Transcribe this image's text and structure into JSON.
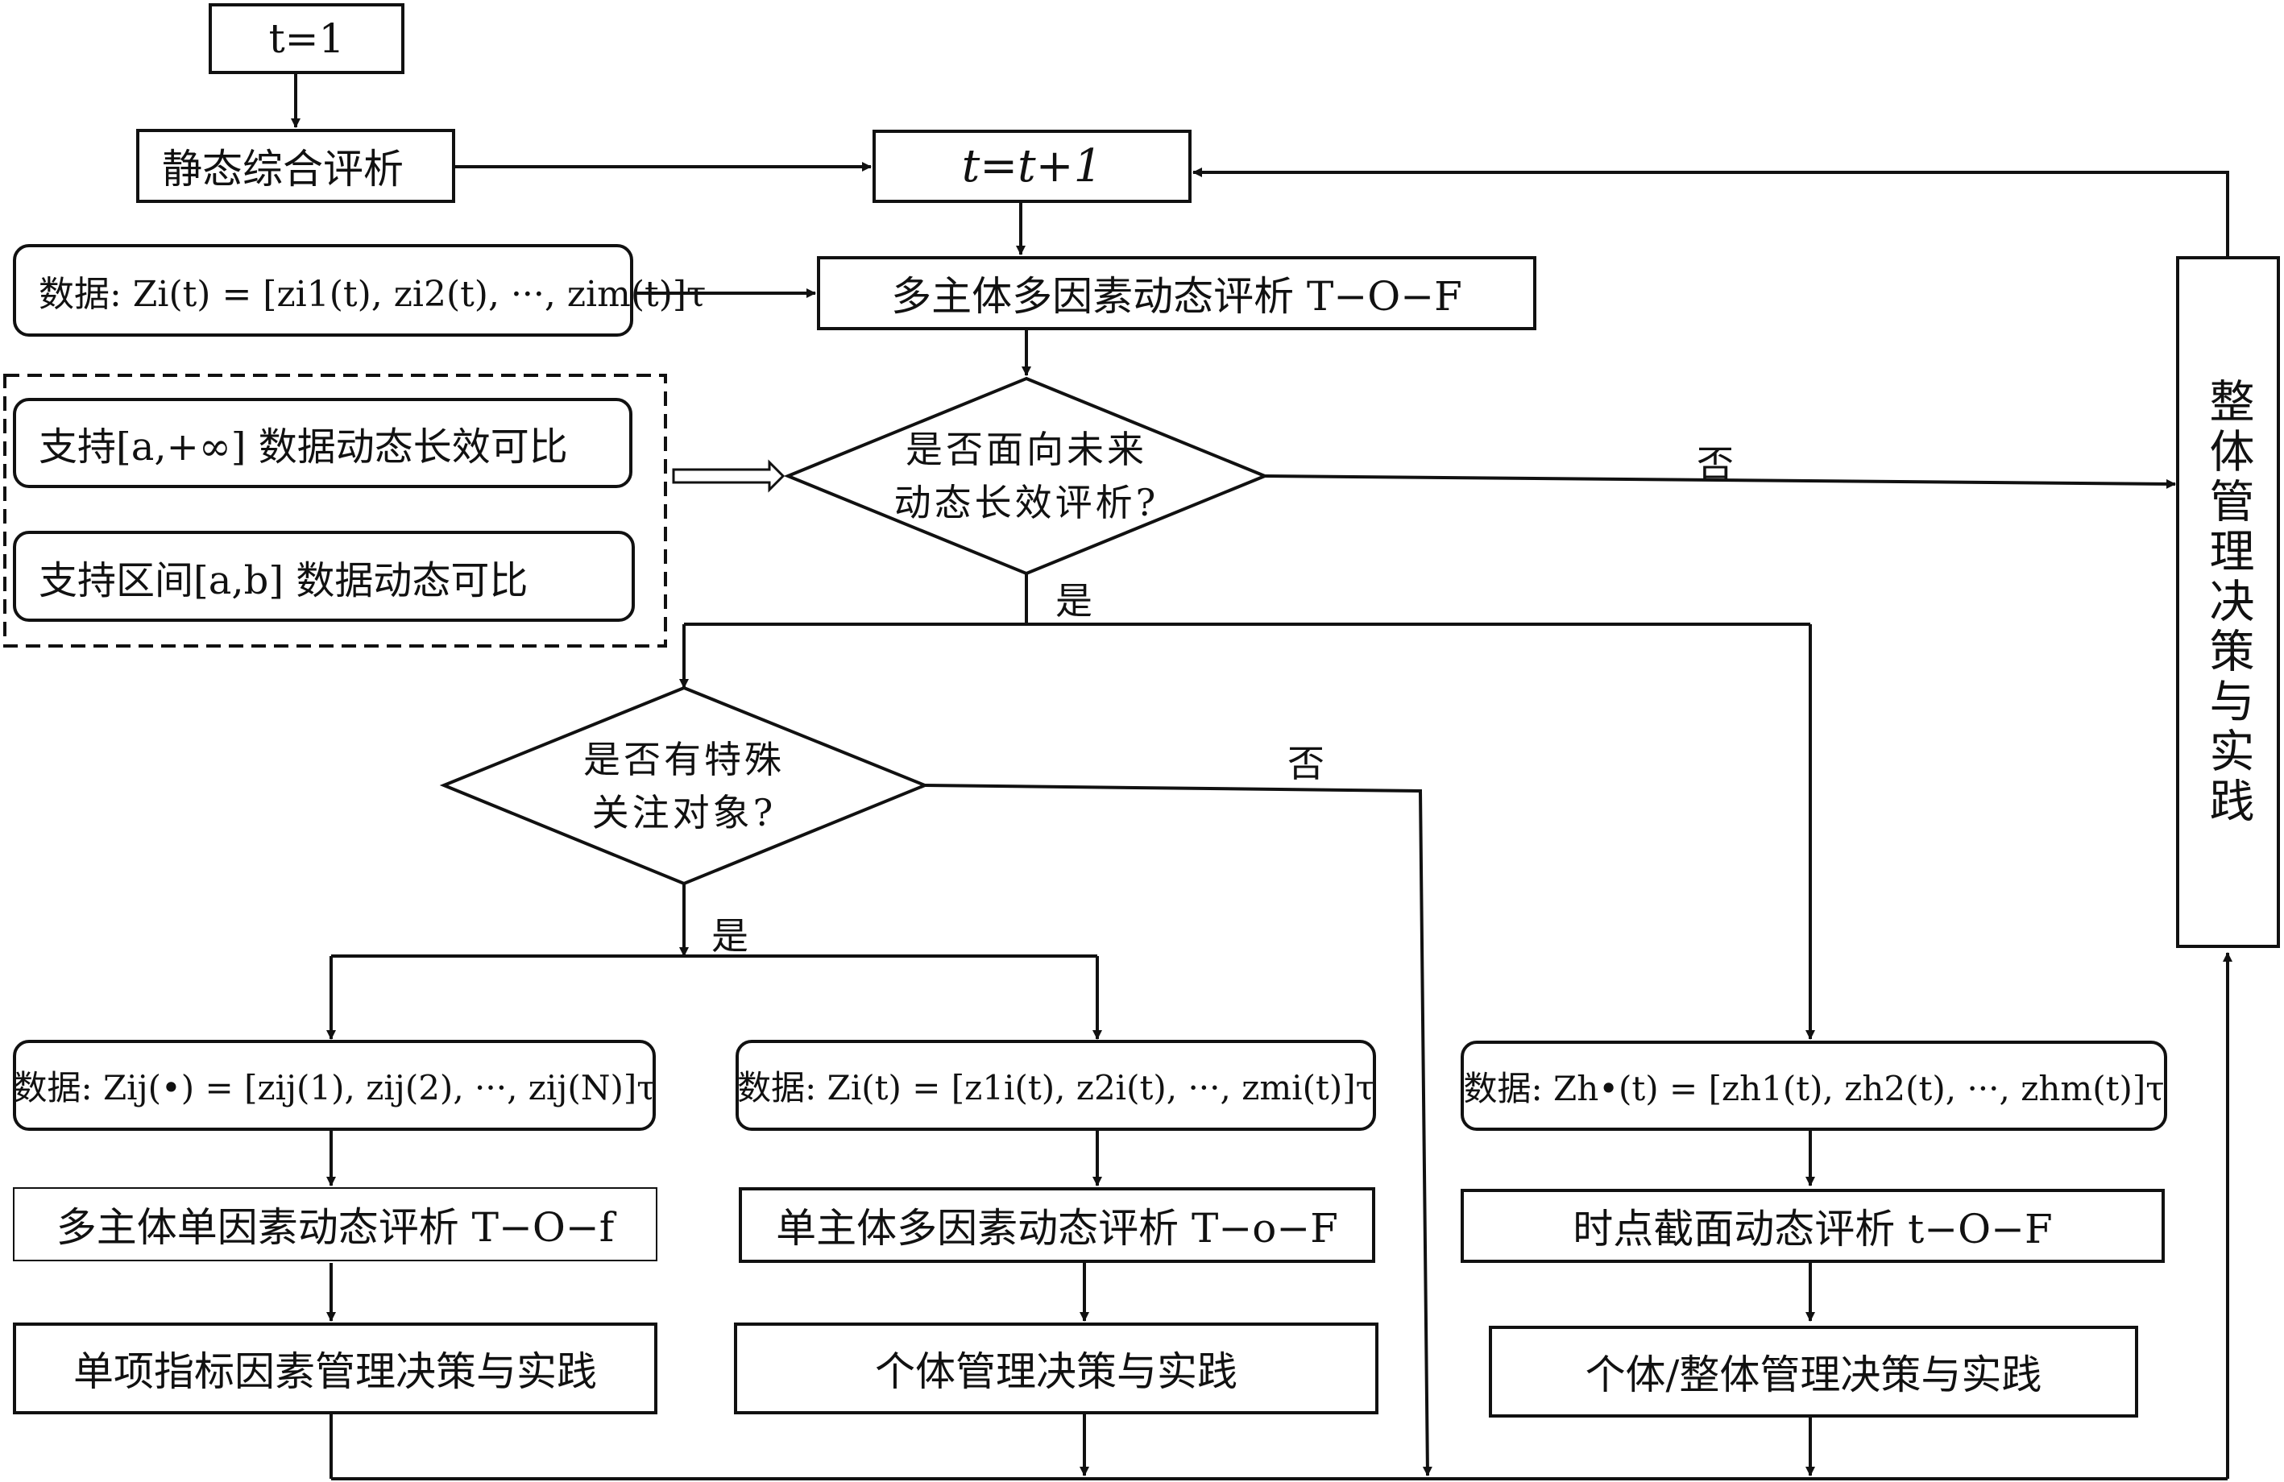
{
  "nodes": {
    "t1": "t=1",
    "static_eval": "静态综合评析",
    "t_next": "t=t+1",
    "data_main": "数据: Zi(t) = [zi1(t), zi2(t), ···, zim(t)]τ",
    "multi_multi": "多主体多因素动态评析 T−O−F",
    "support_inf": "支持[a,+∞] 数据动态长效可比",
    "support_ab": "支持区间[a,b] 数据动态可比",
    "decision1_line1": "是否面向未来",
    "decision1_line2": "动态长效评析?",
    "decision2_line1": "是否有特殊",
    "decision2_line2": "关注对象?",
    "data_left": "数据: Zij(•) = [zij(1), zij(2), ···, zij(N)]τ",
    "data_mid": "数据: Zi(t) = [z1i(t), z2i(t), ···, zmi(t)]τ",
    "data_right": "数据: Zh•(t) = [zh1(t), zh2(t), ···, zhm(t)]τ",
    "eval_left": "多主体单因素动态评析 T−O−f",
    "eval_mid": "单主体多因素动态评析 T−o−F",
    "eval_right": "时点截面动态评析 t−O−F",
    "prac_left": "单项指标因素管理决策与实践",
    "prac_mid": "个体管理决策与实践",
    "prac_right": "个体/整体管理决策与实践",
    "overall": "整体管理决策与实践"
  },
  "labels": {
    "no1": "否",
    "yes1": "是",
    "no2": "否",
    "yes2": "是"
  }
}
